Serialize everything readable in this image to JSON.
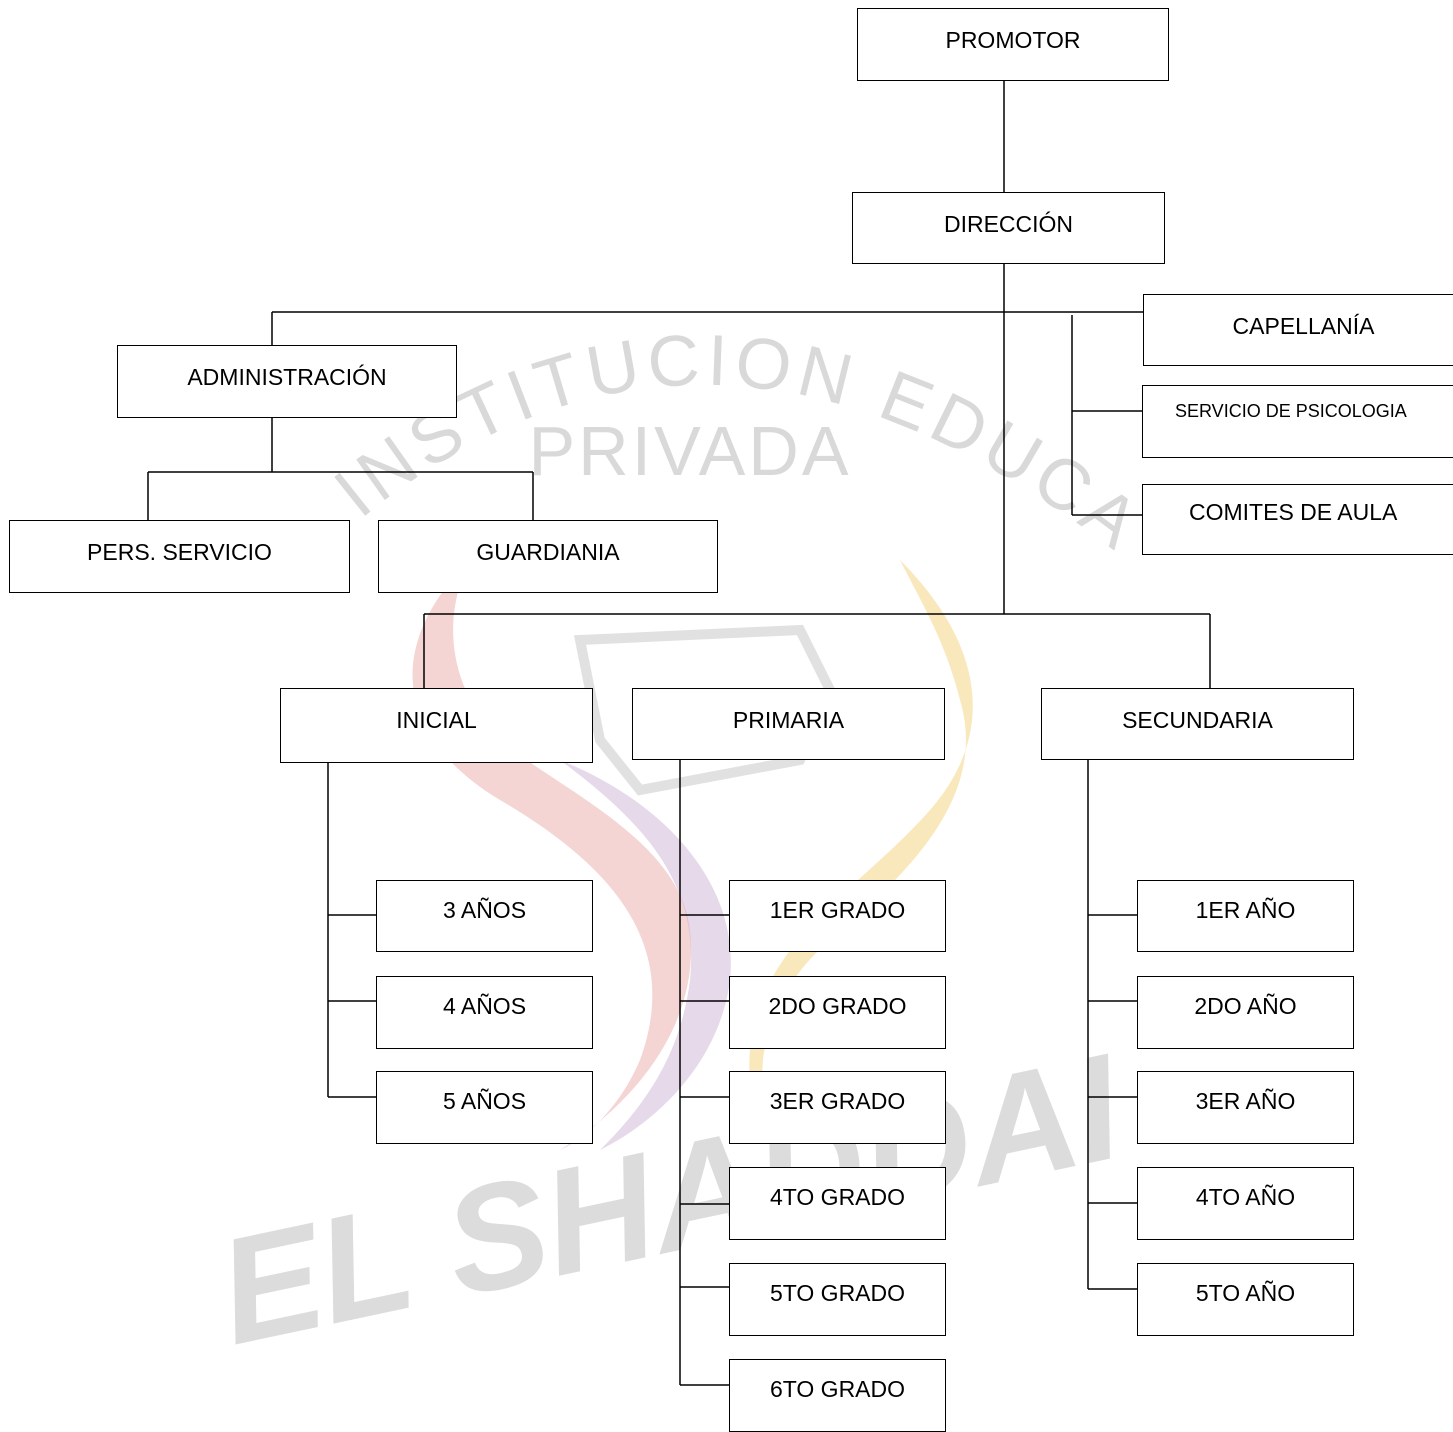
{
  "watermark": {
    "arc_text": "INSTITUCION EDUCATIVA",
    "middle_text": "PRIVADA",
    "bottom_text": "EL SHADDAI",
    "colors": {
      "red": "#e8a0a0",
      "yellow": "#f2d27a",
      "purple": "#cdb6d6",
      "grey": "#d9d9d9"
    }
  },
  "nodes": {
    "promotor": "PROMOTOR",
    "direccion": "DIRECCIÓN",
    "administracion": "ADMINISTRACIÓN",
    "pers_servicio": "PERS. SERVICIO",
    "guardiania": "GUARDIANIA",
    "capellania": "CAPELLANÍA",
    "psicologia": "SERVICIO DE PSICOLOGIA",
    "comites": "COMITES DE AULA",
    "inicial": "INICIAL",
    "primaria": "PRIMARIA",
    "secundaria": "SECUNDARIA",
    "inicial_items": [
      "3 AÑOS",
      "4 AÑOS",
      "5 AÑOS"
    ],
    "primaria_items": [
      "1ER GRADO",
      "2DO GRADO",
      "3ER GRADO",
      "4TO GRADO",
      "5TO GRADO",
      "6TO GRADO"
    ],
    "secundaria_items": [
      "1ER AÑO",
      "2DO AÑO",
      "3ER AÑO",
      "4TO AÑO",
      "5TO AÑO"
    ]
  },
  "style": {
    "line_color": "#000000",
    "box_border": "#000000"
  }
}
